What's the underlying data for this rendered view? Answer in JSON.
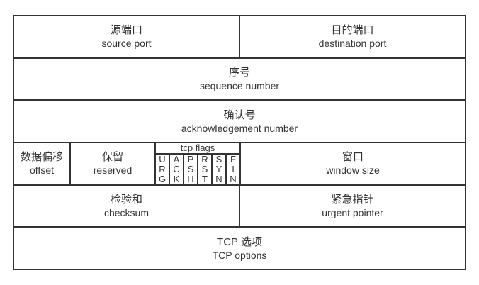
{
  "diagram": {
    "kind": "tcp-header-structure"
  },
  "fields": {
    "source_port": {
      "zh": "源端口",
      "en": "source port"
    },
    "destination_port": {
      "zh": "目的端口",
      "en": "destination port"
    },
    "sequence_number": {
      "zh": "序号",
      "en": "sequence number"
    },
    "acknowledgement_number": {
      "zh": "确认号",
      "en": "acknowledgement number"
    },
    "offset": {
      "zh": "数据偏移",
      "en": "offset"
    },
    "reserved": {
      "zh": "保留",
      "en": "reserved"
    },
    "tcp_flags_label": "tcp flags",
    "flags": [
      {
        "label": "URG"
      },
      {
        "label": "ACK"
      },
      {
        "label": "PSH"
      },
      {
        "label": "RST"
      },
      {
        "label": "SYN"
      },
      {
        "label": "FIN"
      }
    ],
    "window_size": {
      "zh": "窗口",
      "en": "window size"
    },
    "checksum": {
      "zh": "检验和",
      "en": "checksum"
    },
    "urgent_pointer": {
      "zh": "紧急指针",
      "en": "urgent pointer"
    },
    "tcp_options": {
      "zh": "TCP 选项",
      "en": "TCP options"
    }
  },
  "colors": {
    "border": "#333333",
    "text": "#333333",
    "background": "#ffffff"
  }
}
